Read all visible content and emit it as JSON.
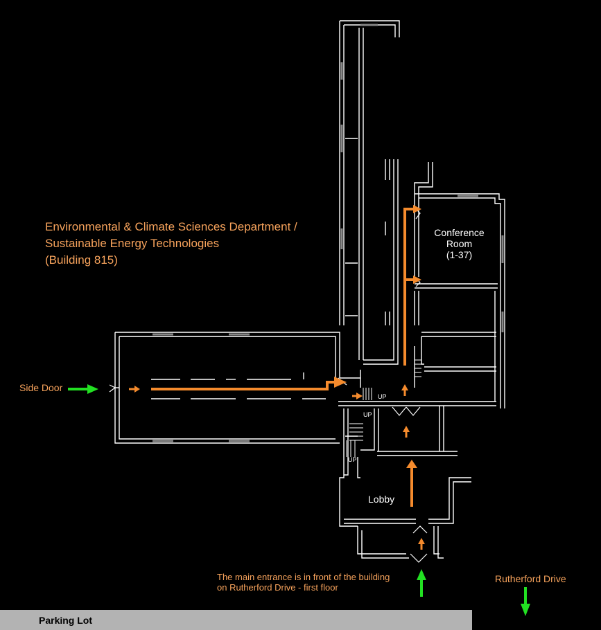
{
  "title_lines": [
    "Environmental & Climate Sciences Department /",
    "Sustainable Energy Technologies",
    "(Building 815)"
  ],
  "labels": {
    "side_door": "Side Door",
    "conference_room": [
      "Conference",
      "Room",
      "(1-37)"
    ],
    "lobby": "Lobby",
    "main_entrance": [
      "The main entrance is in front of the building",
      "on Rutherford Drive - first floor"
    ],
    "rutherford_drive": "Rutherford Drive",
    "parking_lot": "Parking Lot",
    "stair_up": "UP"
  },
  "colors": {
    "route": "#f58b2d",
    "entry_arrow": "#22e022",
    "wall": "#ffffff",
    "text_accent": "#f7a35c",
    "parking": "#b3b3b3"
  }
}
